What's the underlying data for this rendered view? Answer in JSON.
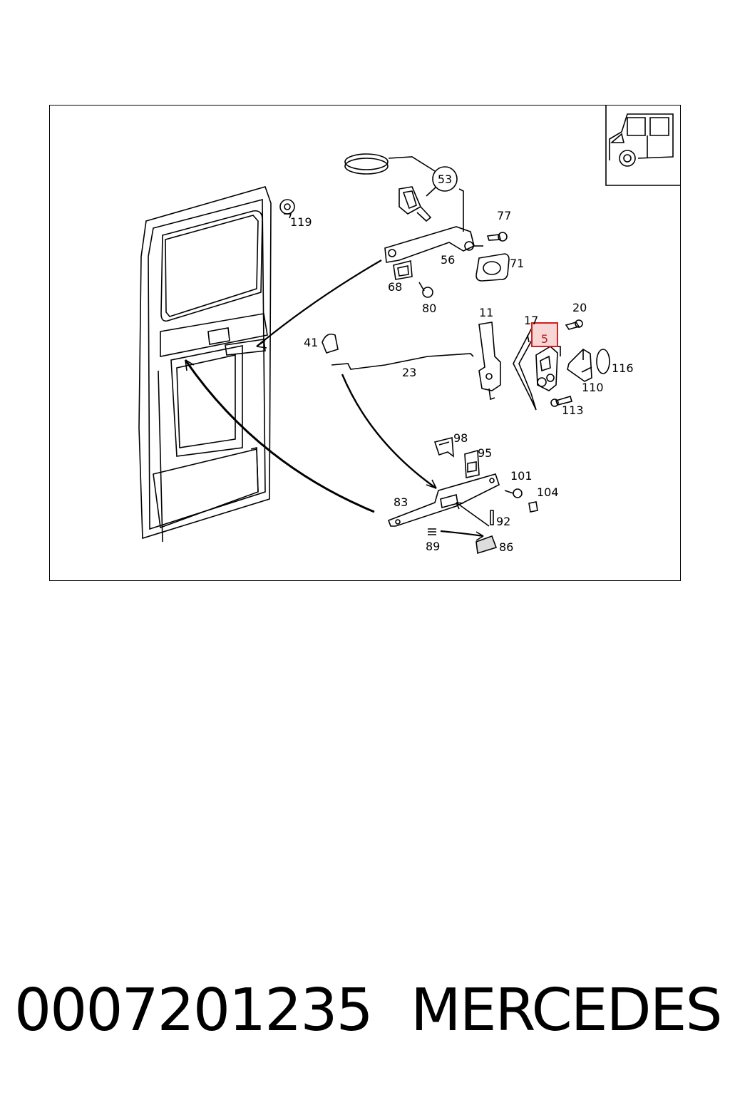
{
  "diagram": {
    "callouts": [
      "53",
      "119",
      "77",
      "56",
      "71",
      "68",
      "80",
      "11",
      "17",
      "5",
      "20",
      "41",
      "23",
      "116",
      "110",
      "113",
      "98",
      "95",
      "101",
      "104",
      "83",
      "92",
      "89",
      "86"
    ],
    "highlighted_callout": "5",
    "highlight_color": "#d21f1f",
    "thumbnail_icon": "van-icon"
  },
  "footer": {
    "part_number": "0007201235",
    "brand": "MERCEDES"
  }
}
